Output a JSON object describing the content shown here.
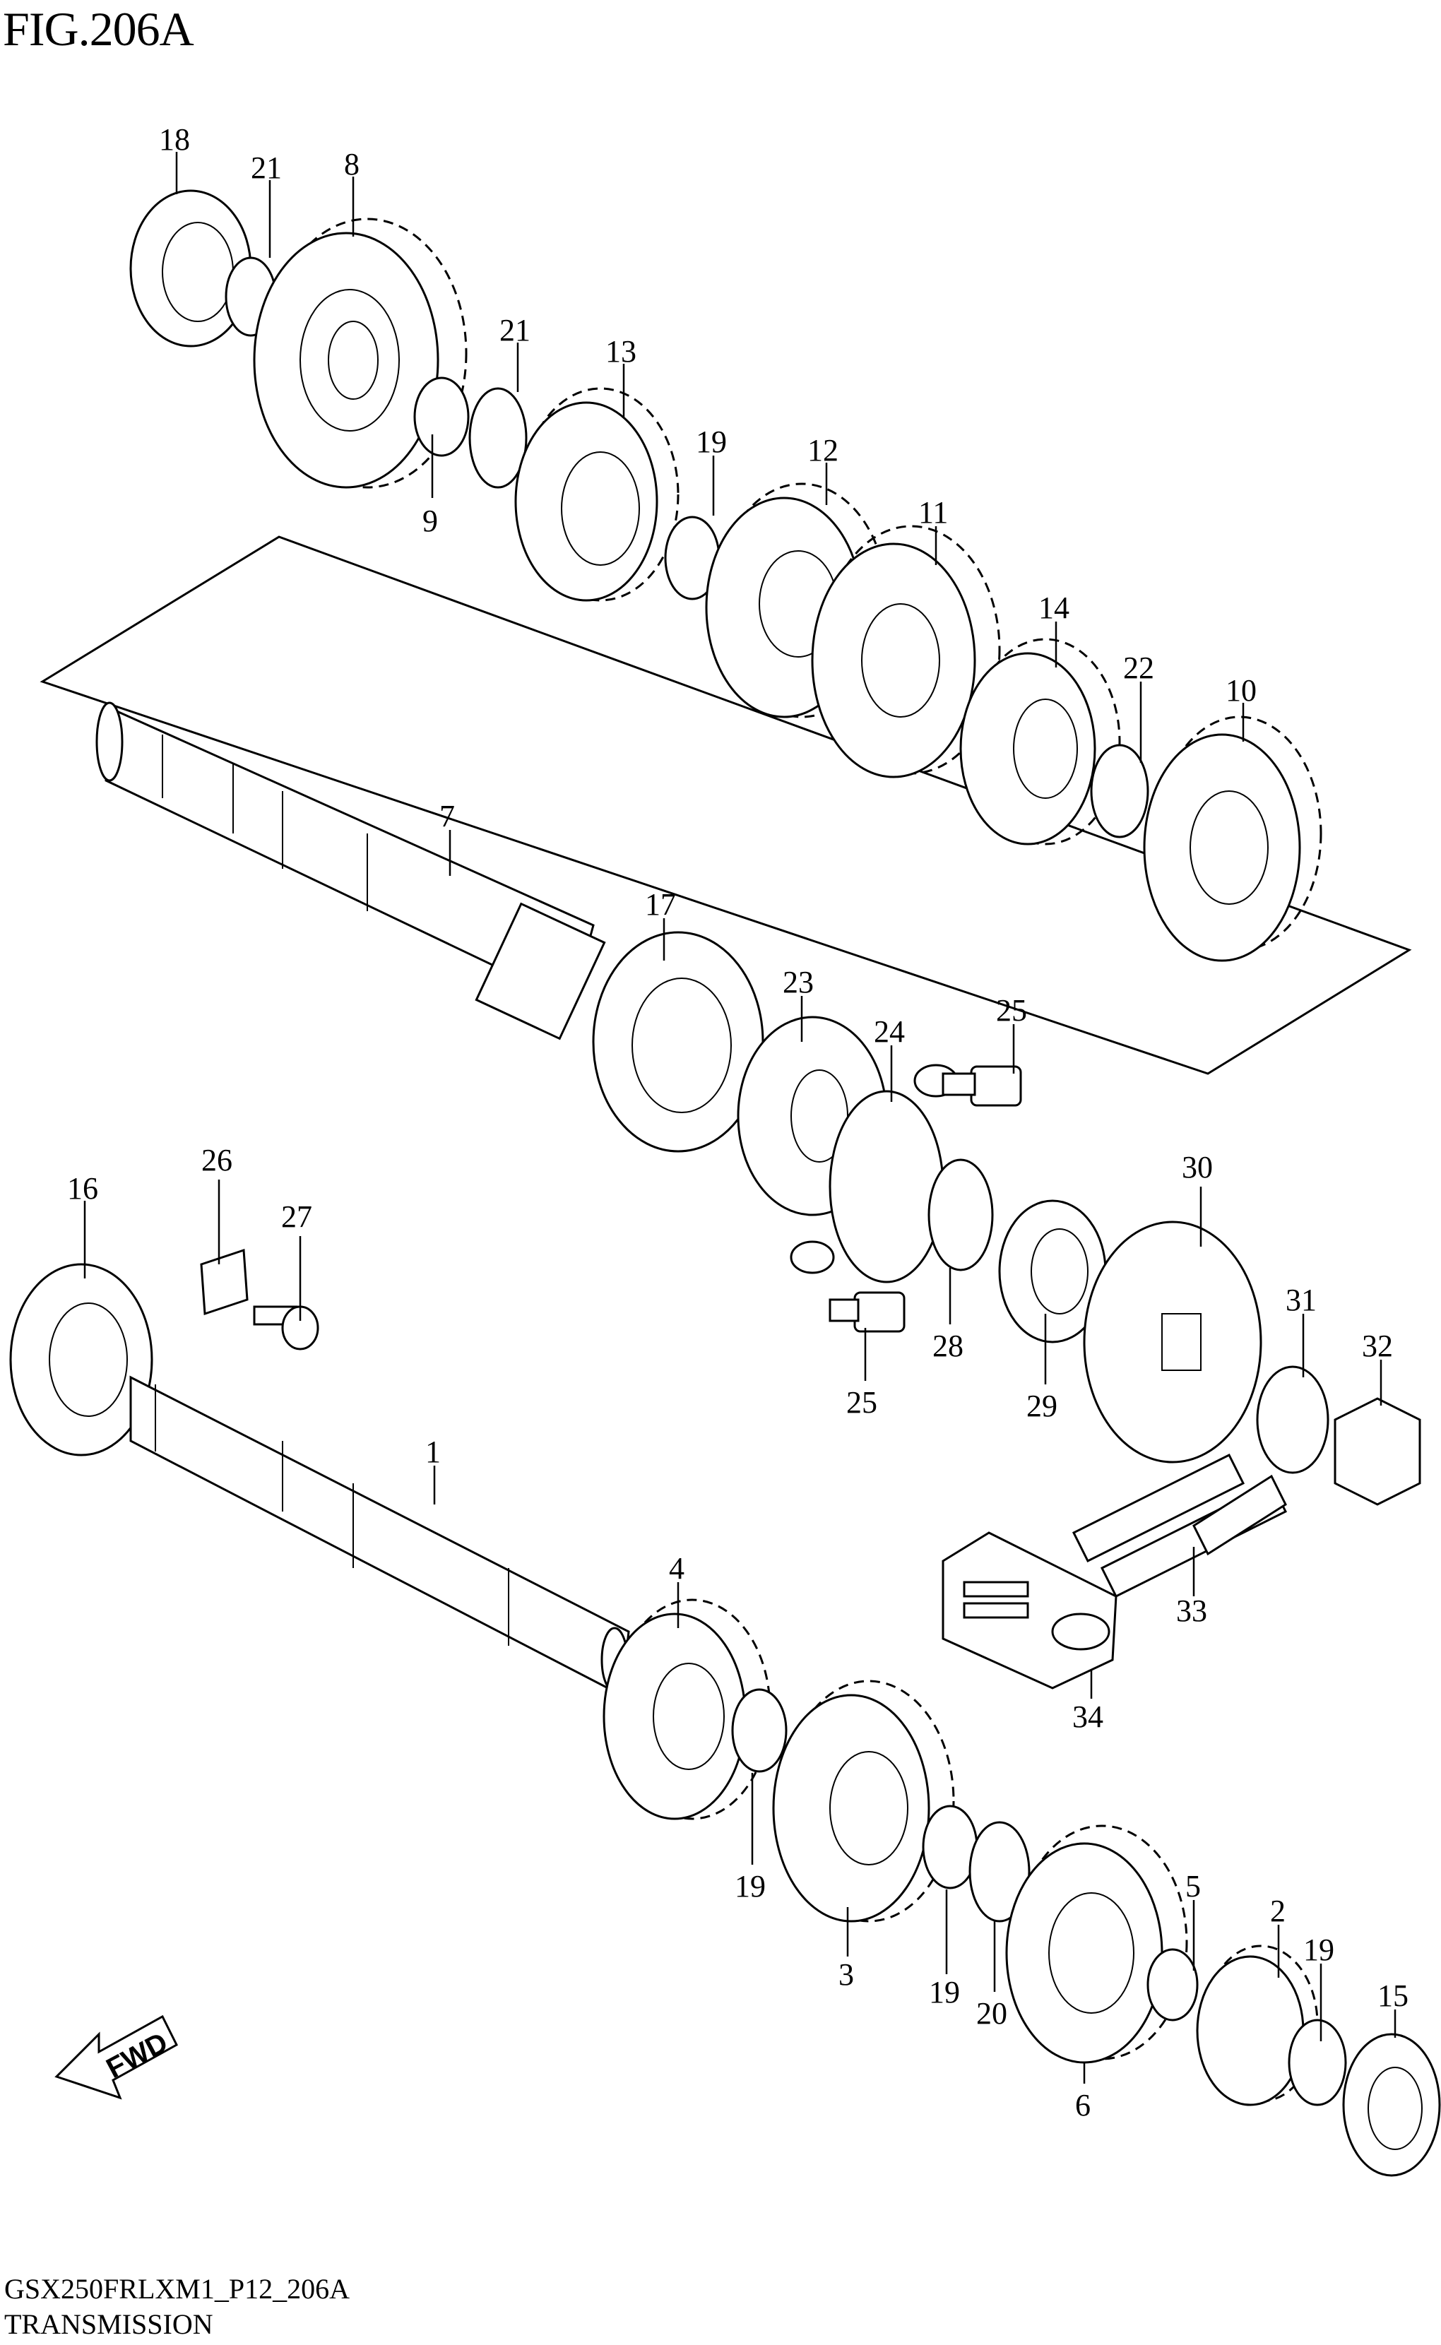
{
  "figure": {
    "title": "FIG.206A",
    "model_code": "GSX250FRLXM1_P12_206A",
    "section": "TRANSMISSION",
    "fwd_label": "FWD"
  },
  "callouts": [
    "18",
    "21",
    "8",
    "21",
    "13",
    "9",
    "19",
    "12",
    "11",
    "14",
    "22",
    "10",
    "7",
    "17",
    "23",
    "24",
    "25",
    "16",
    "26",
    "27",
    "30",
    "31",
    "32",
    "28",
    "29",
    "25",
    "1",
    "33",
    "4",
    "34",
    "19",
    "3",
    "5",
    "2",
    "19",
    "15",
    "19",
    "20",
    "6"
  ]
}
